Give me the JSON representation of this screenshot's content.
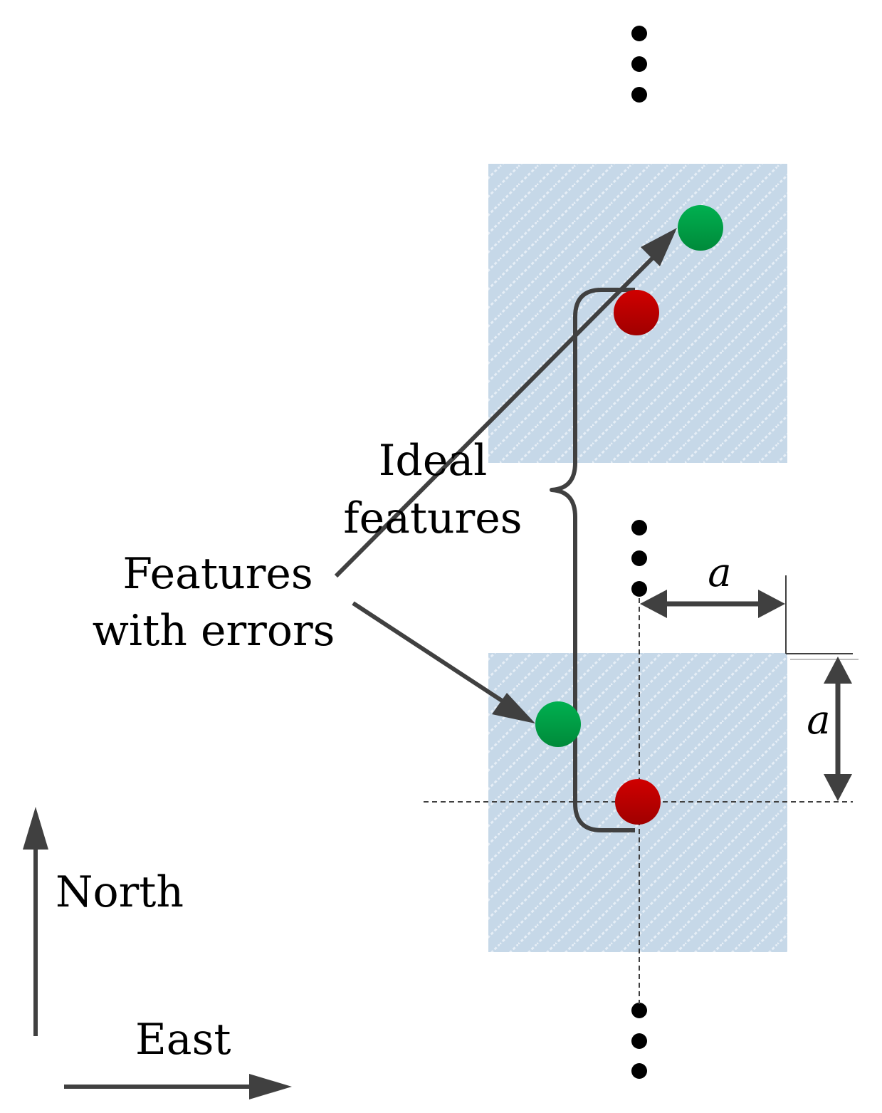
{
  "diagram": {
    "labels": {
      "ideal_line1": "Ideal",
      "ideal_line2": "features",
      "errors_line1": "Features",
      "errors_line2": "with errors",
      "spacing_horizontal": "a",
      "spacing_vertical": "a",
      "north": "North",
      "east": "East"
    },
    "colors": {
      "cell_fill": "#c6d8e8",
      "hatch": "#e4edf5",
      "ideal_feature": "#c00000",
      "error_feature": "#00a040",
      "arrow": "#404040",
      "dot": "#000000"
    }
  }
}
